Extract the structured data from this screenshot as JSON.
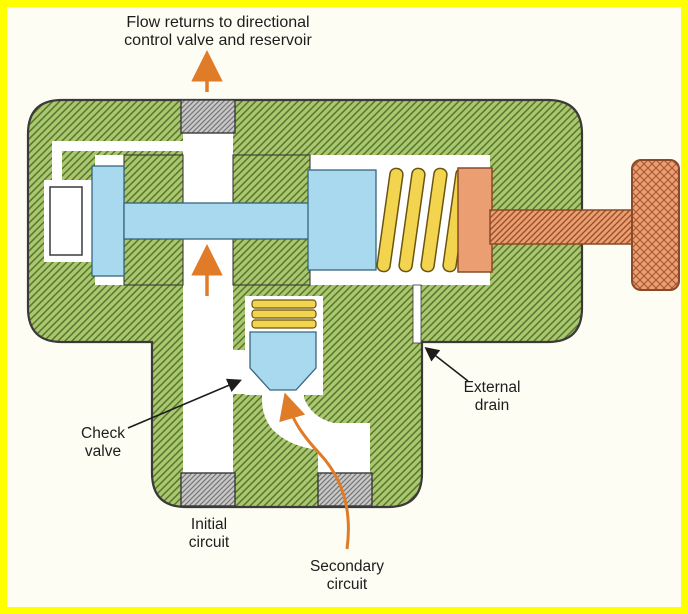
{
  "diagram": {
    "labels": {
      "flow_return": {
        "line1": "Flow returns to directional",
        "line2": "control valve and reservoir"
      },
      "external_drain": {
        "line1": "External",
        "line2": "drain"
      },
      "check_valve": {
        "line1": "Check",
        "line2": "valve"
      },
      "initial_circuit": {
        "line1": "Initial",
        "line2": "circuit"
      },
      "secondary_circuit": {
        "line1": "Secondary",
        "line2": "circuit"
      }
    },
    "colors": {
      "frame_yellow": "#ffff00",
      "background": "#fdfdf4",
      "body_green": "#abc76d",
      "body_hatch_green": "#55742f",
      "spool_blue": "#a8d9ee",
      "spring_yellow": "#f2d44e",
      "screw_orange": "#eb9e72",
      "thread_gray": "#c8c8c8",
      "flow_arrow_orange": "#e07b28",
      "line_black": "#1d1d1d"
    }
  }
}
